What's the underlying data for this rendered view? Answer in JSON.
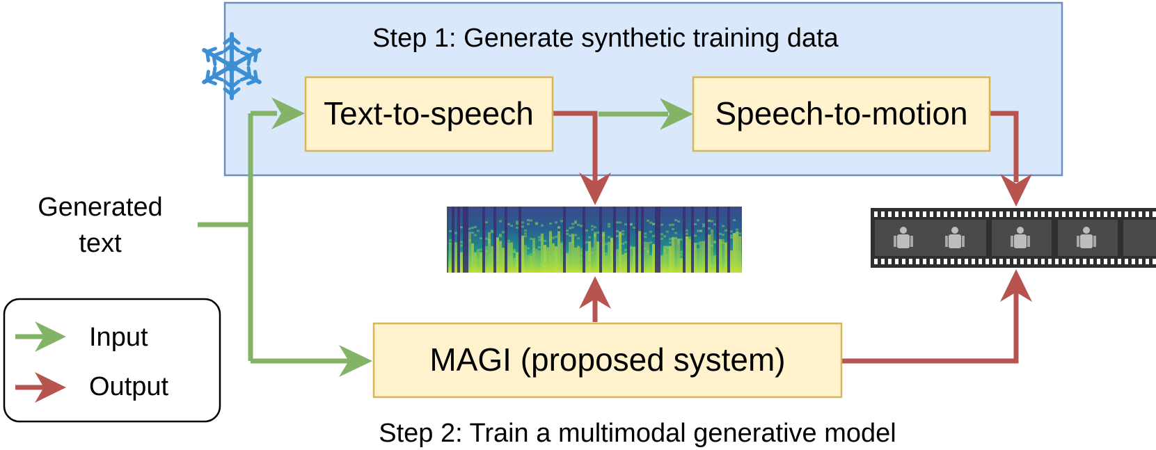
{
  "step1": {
    "title": "Step 1: Generate synthetic training data"
  },
  "step2": {
    "title": "Step 2: Train a multimodal generative model"
  },
  "boxes": {
    "tts": "Text-to-speech",
    "stm": "Speech-to-motion",
    "magi": "MAGI (proposed system)"
  },
  "input_text": {
    "line1": "Generated",
    "line2": "text"
  },
  "legend": {
    "input": "Input",
    "output": "Output"
  },
  "icons": {
    "frozen": "snowflake-icon",
    "audio": "spectrogram-image",
    "motion": "film-strip-image"
  },
  "colors": {
    "input_arrow": "#82b366",
    "output_arrow": "#b85450",
    "process_box_fill": "#fff2cc",
    "process_box_stroke": "#d6b656",
    "step1_fill": "#dae8fc",
    "step1_stroke": "#6c8ebf",
    "snowflake": "#3d8fd4"
  }
}
